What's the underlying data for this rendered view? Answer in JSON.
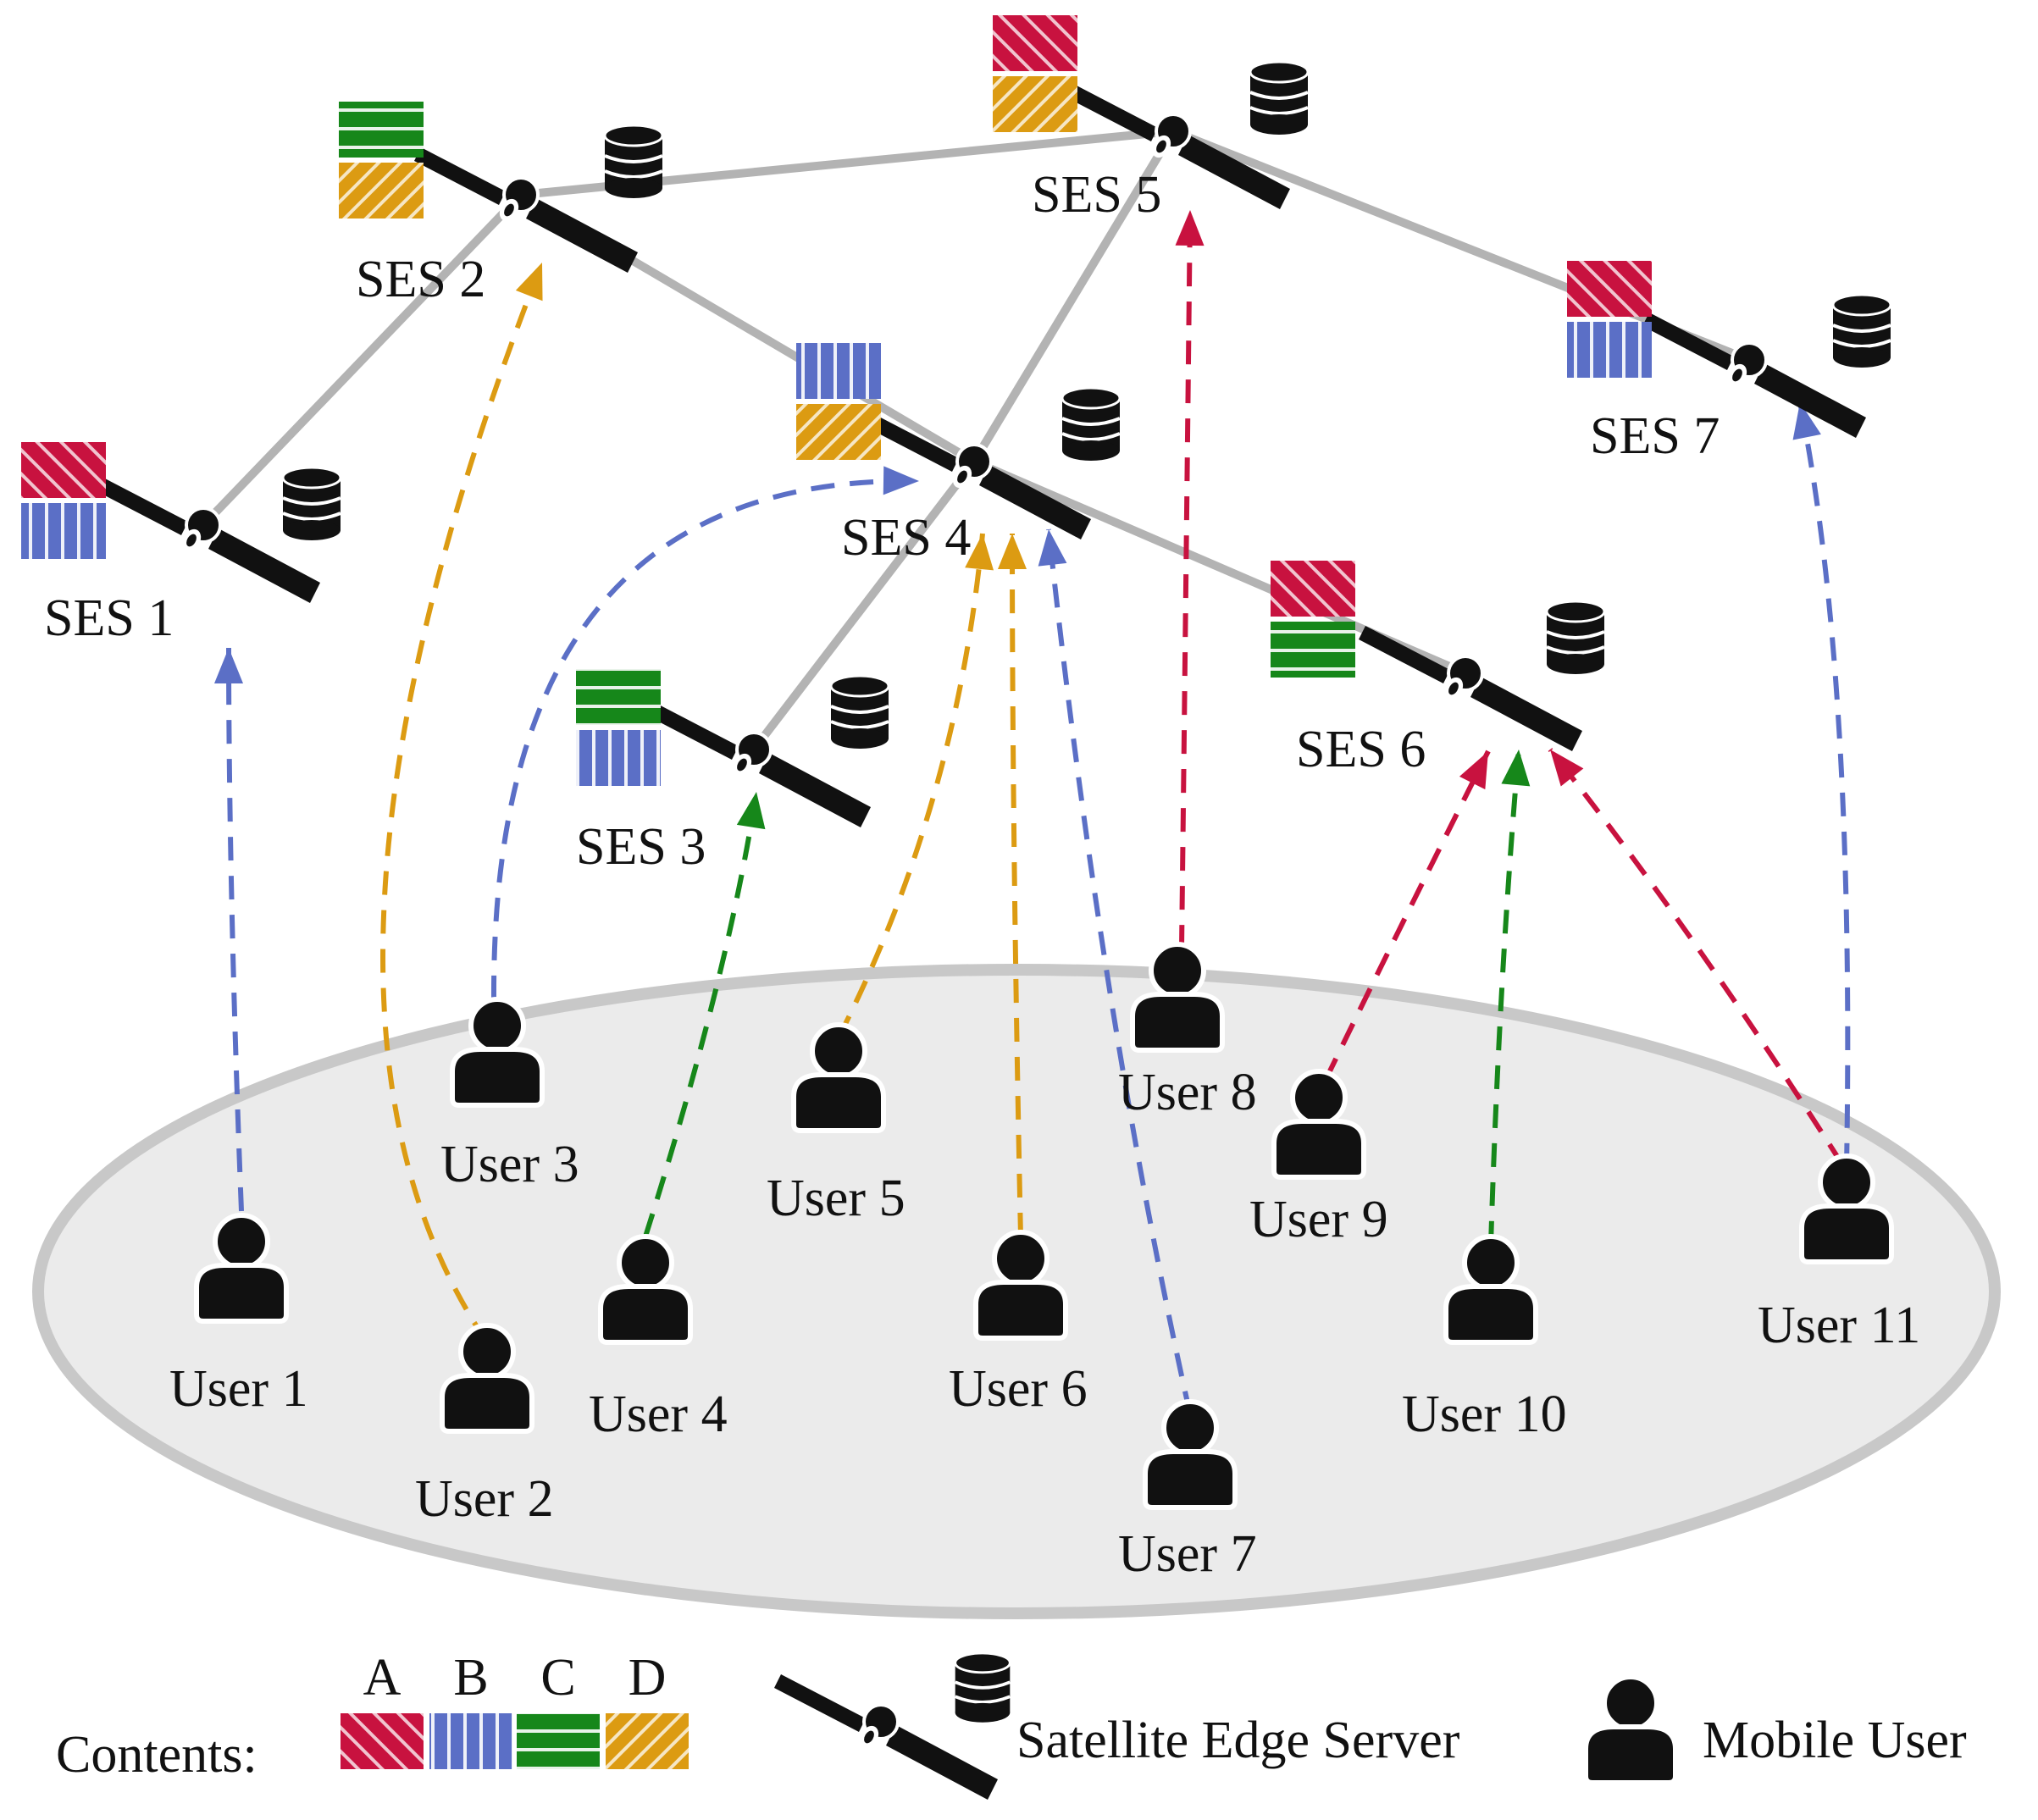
{
  "colors": {
    "A": "#c8123f",
    "B": "#5b6fc6",
    "C": "#16871a",
    "D": "#dc9b12",
    "isl": "#b3b3b3",
    "ground_fill": "#ebebeb",
    "ground_stroke": "#c8c8c8",
    "icon": "#111111"
  },
  "satellites": [
    {
      "id": "ses1",
      "label": "SES 1",
      "contents": [
        "A",
        "B"
      ]
    },
    {
      "id": "ses2",
      "label": "SES 2",
      "contents": [
        "C",
        "D"
      ]
    },
    {
      "id": "ses3",
      "label": "SES 3",
      "contents": [
        "C",
        "B"
      ]
    },
    {
      "id": "ses4",
      "label": "SES 4",
      "contents": [
        "B",
        "D"
      ]
    },
    {
      "id": "ses5",
      "label": "SES 5",
      "contents": [
        "A",
        "D"
      ]
    },
    {
      "id": "ses6",
      "label": "SES 6",
      "contents": [
        "A",
        "C"
      ]
    },
    {
      "id": "ses7",
      "label": "SES 7",
      "contents": [
        "A",
        "B"
      ]
    }
  ],
  "links": [
    [
      "ses1",
      "ses2"
    ],
    [
      "ses2",
      "ses5"
    ],
    [
      "ses2",
      "ses4"
    ],
    [
      "ses5",
      "ses4"
    ],
    [
      "ses5",
      "ses7"
    ],
    [
      "ses4",
      "ses3"
    ],
    [
      "ses4",
      "ses6"
    ]
  ],
  "users": [
    {
      "id": "u1",
      "label": "User 1",
      "requests": "B",
      "target": "ses1"
    },
    {
      "id": "u2",
      "label": "User 2",
      "requests": "D",
      "target": "ses2"
    },
    {
      "id": "u3",
      "label": "User 3",
      "requests": "B",
      "target": "ses4"
    },
    {
      "id": "u4",
      "label": "User 4",
      "requests": "C",
      "target": "ses3"
    },
    {
      "id": "u5",
      "label": "User 5",
      "requests": "D",
      "target": "ses4"
    },
    {
      "id": "u6",
      "label": "User 6",
      "requests": "D",
      "target": "ses4"
    },
    {
      "id": "u7",
      "label": "User 7",
      "requests": "B",
      "target": "ses4"
    },
    {
      "id": "u8",
      "label": "User 8",
      "requests": "A",
      "target": "ses5"
    },
    {
      "id": "u9",
      "label": "User 9",
      "requests": "A",
      "target": "ses6"
    },
    {
      "id": "u10",
      "label": "User 10",
      "requests": "C",
      "target": "ses6"
    },
    {
      "id": "u11",
      "label": "User 11",
      "requests": "A",
      "target": "ses6"
    },
    {
      "id": "u11b",
      "label": "",
      "requests": "B",
      "target": "ses7"
    }
  ],
  "legend": {
    "contents_label": "Contents:",
    "items": [
      {
        "key": "A",
        "label": "A"
      },
      {
        "key": "B",
        "label": "B"
      },
      {
        "key": "C",
        "label": "C"
      },
      {
        "key": "D",
        "label": "D"
      }
    ],
    "satellite_label": "Satellite Edge Server",
    "user_label": "Mobile User"
  }
}
